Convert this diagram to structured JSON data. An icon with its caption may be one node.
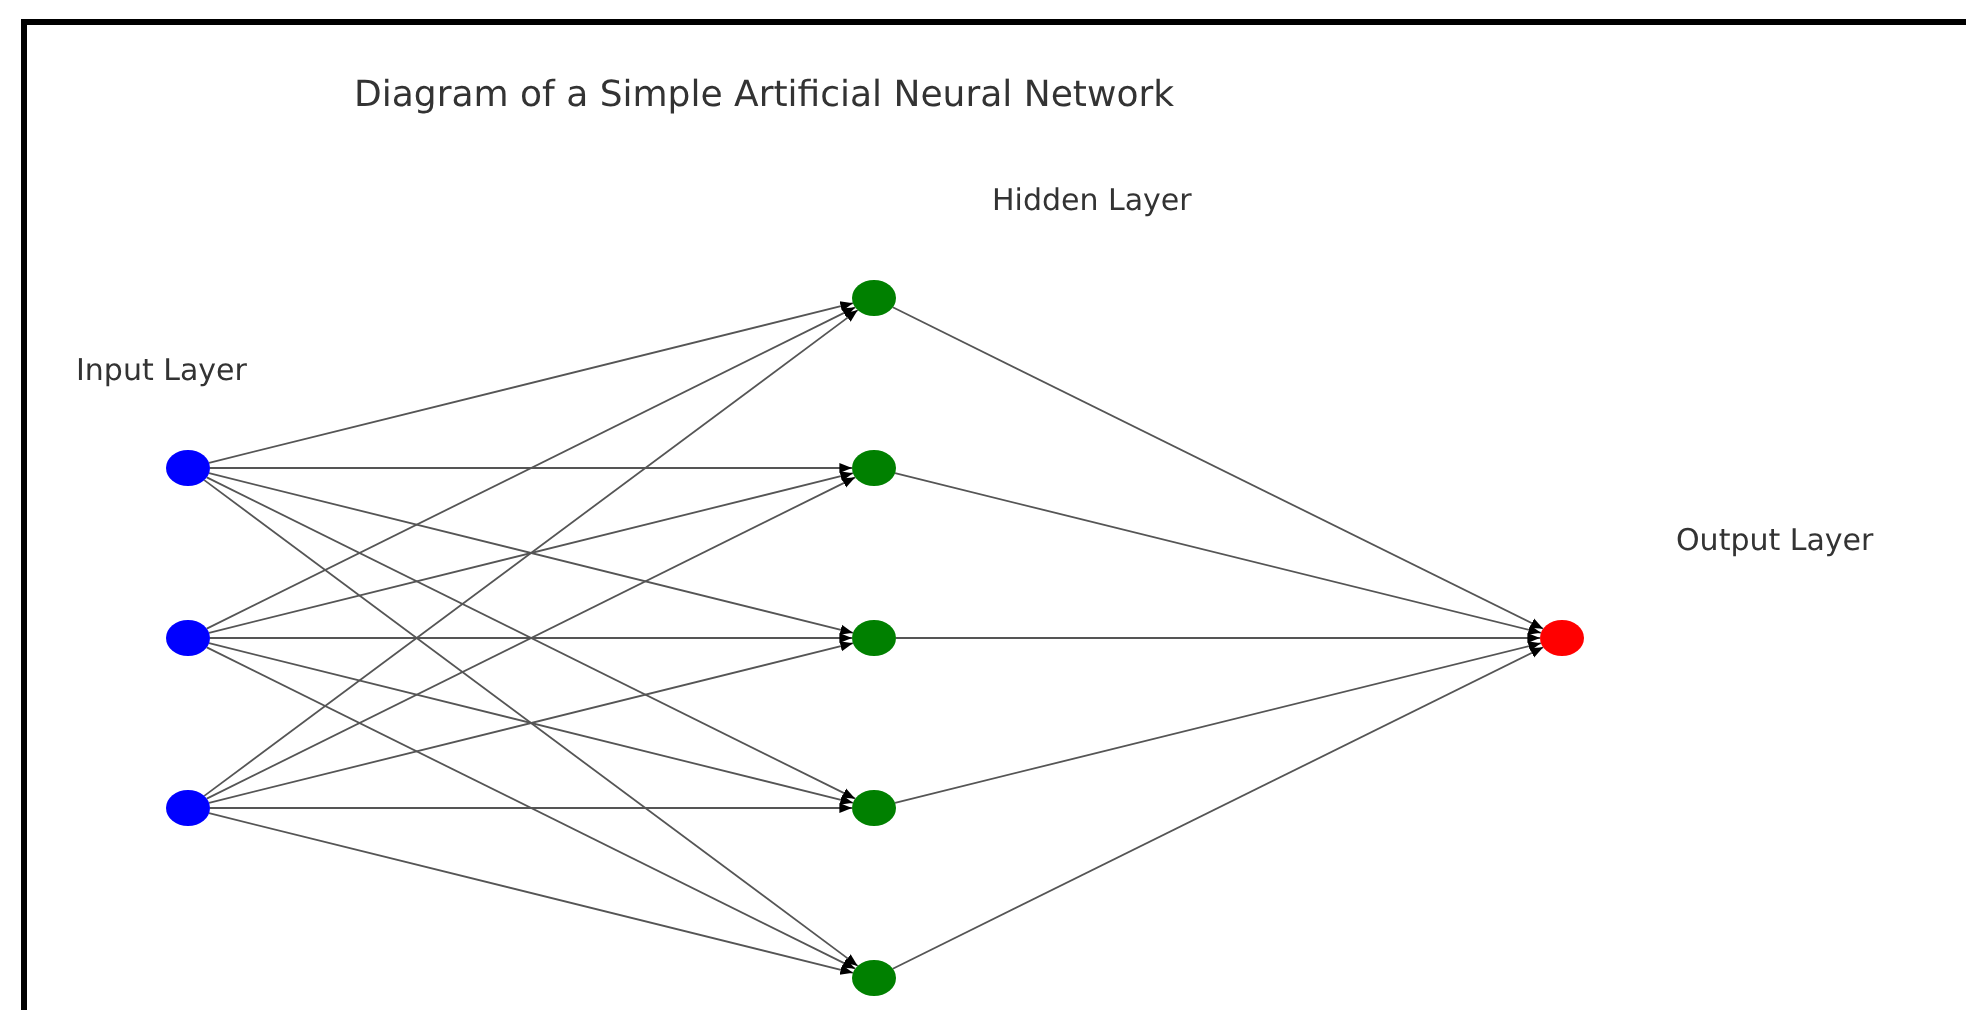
{
  "diagram": {
    "title": "Diagram of a Simple Artificial Neural Network",
    "nodes": [
      {
        "text": [],
        "shape": "circle"
      },
      {
        "text": [],
        "shape": "circle"
      },
      {
        "text": [],
        "shape": "circle"
      },
      {
        "text": [],
        "shape": "circle"
      },
      {
        "text": [],
        "shape": "circle"
      },
      {
        "text": [],
        "shape": "circle"
      },
      {
        "text": [],
        "shape": "circle"
      },
      {
        "text": [],
        "shape": "circle"
      },
      {
        "text": [],
        "shape": "circle"
      }
    ],
    "edges": [
      {
        "from": 0,
        "to": 3,
        "arrow": "to"
      },
      {
        "from": 0,
        "to": 4,
        "arrow": "to"
      },
      {
        "from": 0,
        "to": 5,
        "arrow": "to"
      },
      {
        "from": 0,
        "to": 6,
        "arrow": "to"
      },
      {
        "from": 0,
        "to": 7,
        "arrow": "to"
      },
      {
        "from": 1,
        "to": 3,
        "arrow": "to"
      },
      {
        "from": 1,
        "to": 4,
        "arrow": "to"
      },
      {
        "from": 1,
        "to": 5,
        "arrow": "to"
      },
      {
        "from": 1,
        "to": 6,
        "arrow": "to"
      },
      {
        "from": 1,
        "to": 7,
        "arrow": "to"
      },
      {
        "from": 2,
        "to": 3,
        "arrow": "to"
      },
      {
        "from": 2,
        "to": 4,
        "arrow": "to"
      },
      {
        "from": 2,
        "to": 5,
        "arrow": "to"
      },
      {
        "from": 2,
        "to": 6,
        "arrow": "to"
      },
      {
        "from": 2,
        "to": 7,
        "arrow": "to"
      },
      {
        "from": 3,
        "to": 8,
        "arrow": "to"
      },
      {
        "from": 4,
        "to": 8,
        "arrow": "to"
      },
      {
        "from": 5,
        "to": 8,
        "arrow": "to"
      },
      {
        "from": 6,
        "to": 8,
        "arrow": "to"
      },
      {
        "from": 7,
        "to": 8,
        "arrow": "to"
      }
    ],
    "labels": [
      "Hidden Layer",
      "Input Layer",
      "Output Layer"
    ]
  }
}
